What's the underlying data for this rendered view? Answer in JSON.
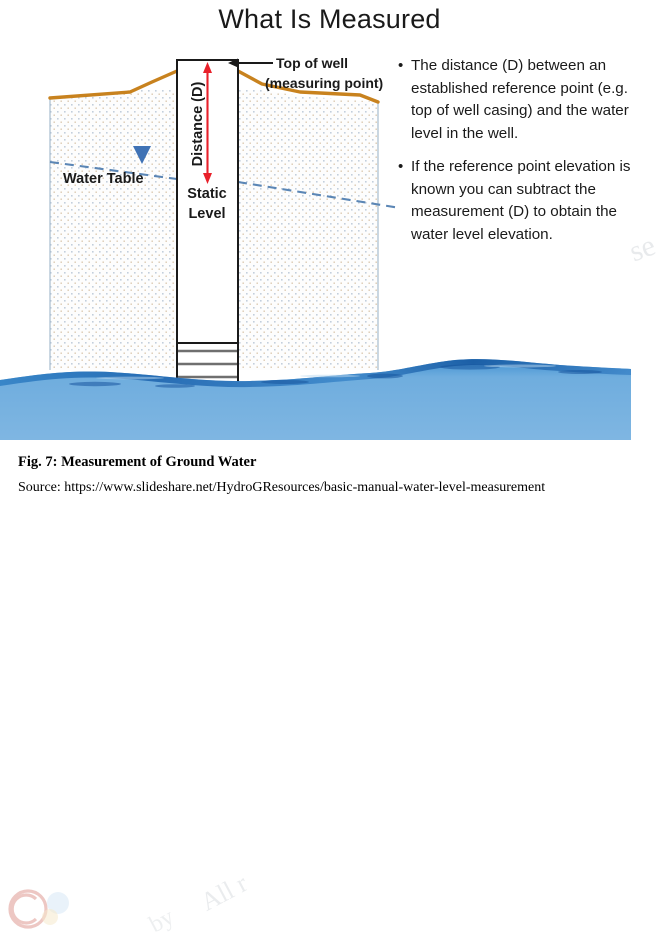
{
  "slide": {
    "title": "What Is Measured"
  },
  "diagram": {
    "labels": {
      "top_of_well_line1": "Top of well",
      "top_of_well_line2": "(measuring point)",
      "distance": "Distance (D)",
      "water_table": "Water Table",
      "static_level_line1": "Static",
      "static_level_line2": "Level"
    },
    "colors": {
      "ground_surface": "#c8821e",
      "soil_fill": "#fdfdfd",
      "soil_dots": "#b9c7d6",
      "soil_edge": "#9fb6c9",
      "well_outline": "#1a1a1a",
      "distance_arrow": "#e8202a",
      "water_table_line": "#5b86b5",
      "water_table_marker": "#3f72b5",
      "static_level_line": "#7da4c9",
      "water_band_top": "#1f72c0",
      "water_band_body": "#6aa9dd"
    },
    "well_screen_slots": 6
  },
  "bullets": [
    "The distance (D) between an established reference point (e.g. top of well casing) and the water level in the well.",
    "If the reference point elevation is known you can subtract the measurement  (D) to obtain the water level elevation."
  ],
  "bullet_marker": "•",
  "caption": {
    "figure": "Fig. 7: Measurement of Ground Water",
    "source": "Source: https://www.slideshare.net/HydroGResources/basic-manual-water-level-measurement"
  },
  "watermarks": {
    "se": "se",
    "all_rights": "All r",
    "by": "by"
  }
}
